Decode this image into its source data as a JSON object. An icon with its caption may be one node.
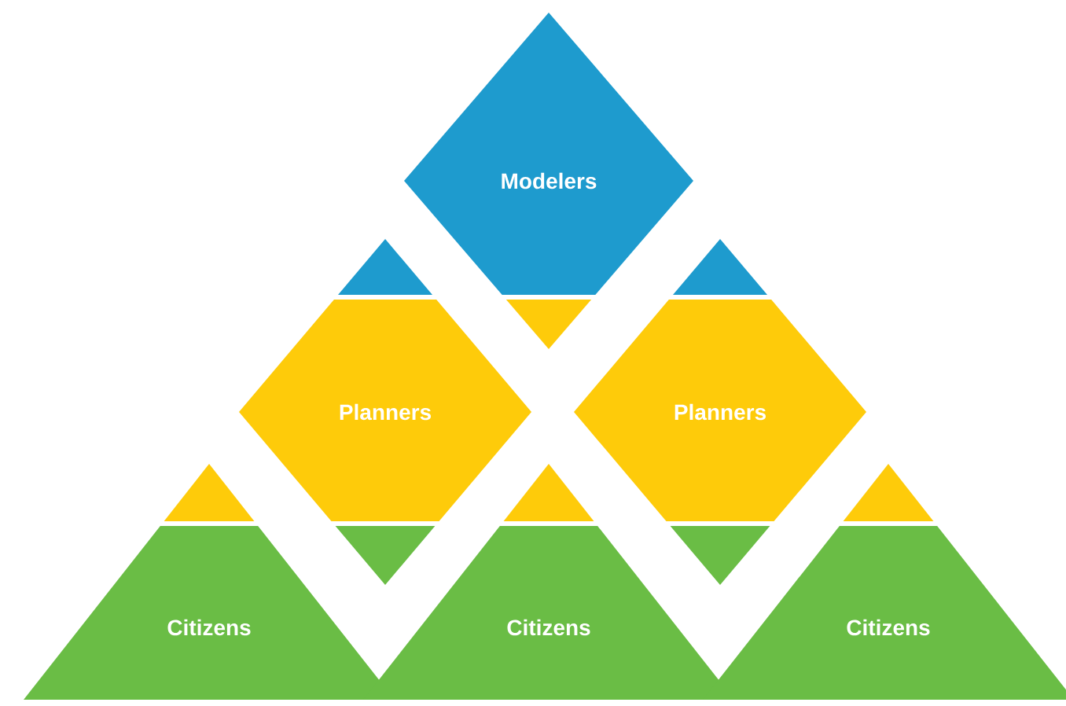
{
  "diagram": {
    "nodes": [
      {
        "text": [
          "Modelers"
        ]
      },
      {
        "text": [
          "Planners"
        ]
      },
      {
        "text": [
          "Planners"
        ]
      },
      {
        "text": [
          "Citizens"
        ]
      },
      {
        "text": [
          "Citizens"
        ]
      },
      {
        "text": [
          "Citizens"
        ]
      }
    ]
  }
}
